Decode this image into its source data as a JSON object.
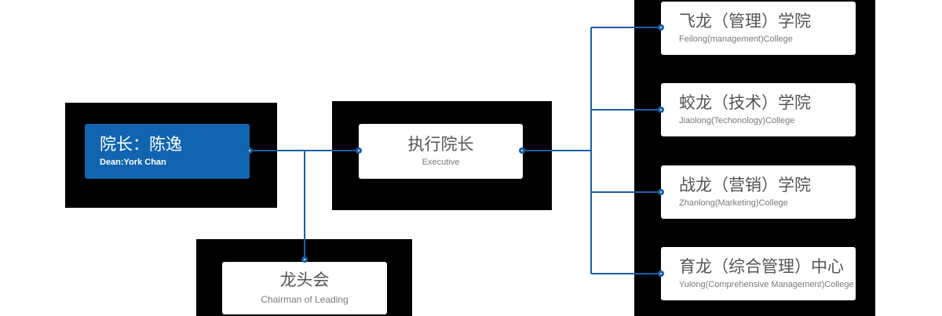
{
  "colors": {
    "accent_blue": "#1165b0",
    "line_blue": "#1a5fa8",
    "panel_black": "#000000",
    "title_gray": "#555555",
    "subtitle_gray": "#7a7a7a"
  },
  "org_chart": {
    "dean": {
      "title": "院长：陈逸",
      "subtitle": "Dean:York Chan"
    },
    "executive": {
      "title": "执行院长",
      "subtitle": "Executive"
    },
    "chairman": {
      "title": "龙头会",
      "subtitle": "Chairman of Leading"
    },
    "colleges": [
      {
        "title": "飞龙（管理）学院",
        "subtitle": "Feilong(management)College"
      },
      {
        "title": "蛟龙（技术）学院",
        "subtitle": "Jiaolong(Techonology)College"
      },
      {
        "title": "战龙（营销）学院",
        "subtitle": "Zhanlong(Marketing)College"
      },
      {
        "title": "育龙（综合管理）中心",
        "subtitle": "Yulong(Comprehensive Management)College"
      }
    ]
  }
}
